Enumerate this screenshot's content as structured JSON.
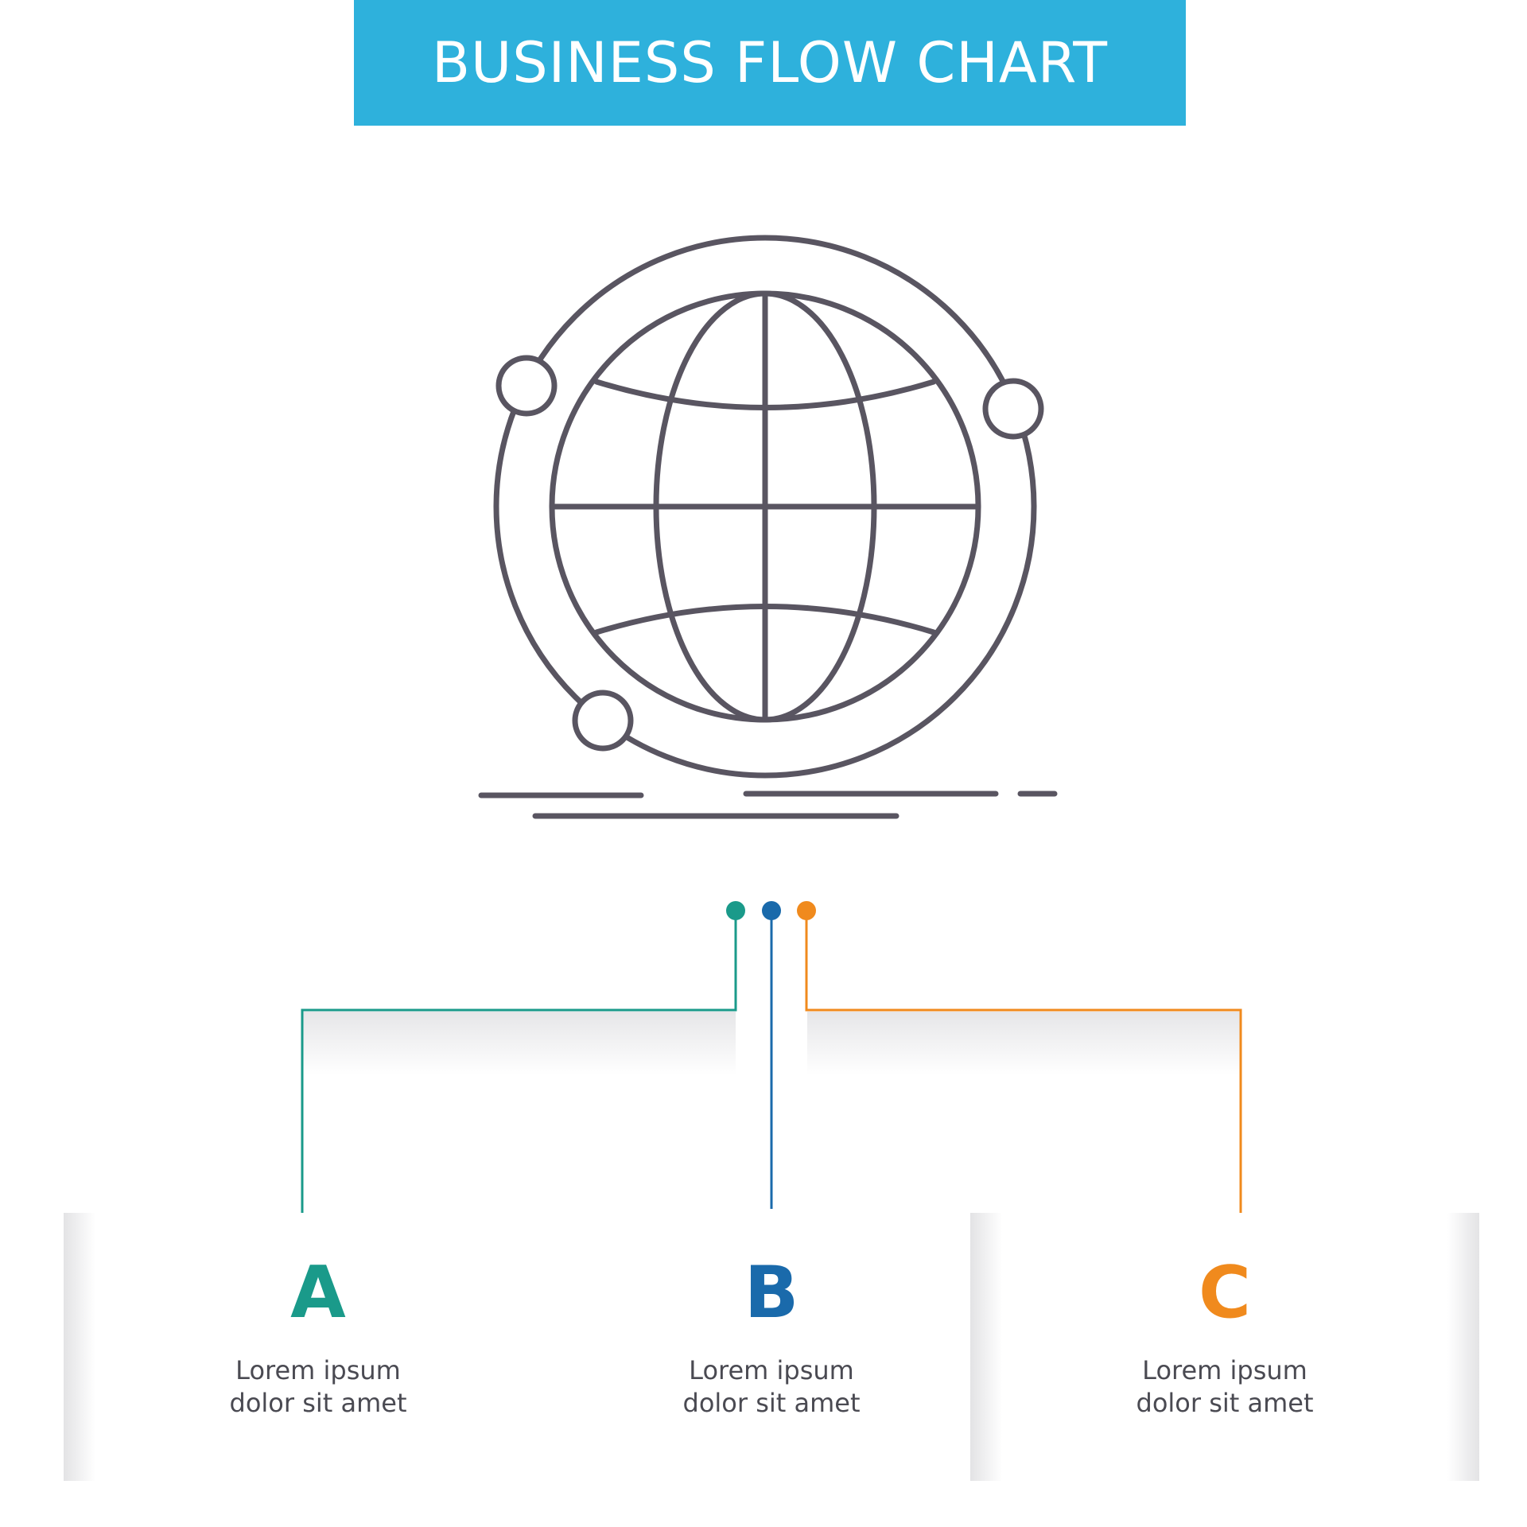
{
  "header": {
    "title": "BUSINESS FLOW CHART",
    "color": "#2eb1dc"
  },
  "icon": {
    "name": "globe-network-icon",
    "stroke": "#595561"
  },
  "nodes": {
    "colors": [
      "#1a9a8a",
      "#1a6aab",
      "#f08a1d"
    ]
  },
  "steps": [
    {
      "letter": "A",
      "line1": "Lorem ipsum",
      "line2": "dolor sit amet",
      "color": "#1a9a8a"
    },
    {
      "letter": "B",
      "line1": "Lorem ipsum",
      "line2": "dolor sit amet",
      "color": "#1a6aab"
    },
    {
      "letter": "C",
      "line1": "Lorem ipsum",
      "line2": "dolor sit amet",
      "color": "#f08a1d"
    }
  ]
}
